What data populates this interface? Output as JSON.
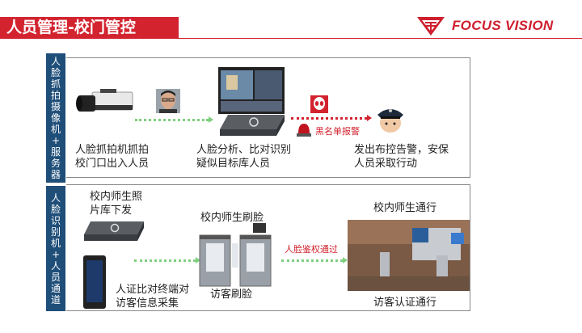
{
  "header": {
    "title": "人员管理-校门管控",
    "brand": "FOCUS VISION",
    "accent_color": "#d2232f",
    "label_color": "#1f4e79"
  },
  "section1": {
    "label": [
      "人",
      "脸",
      "抓",
      "拍",
      "摄",
      "像",
      "机",
      "+",
      "服",
      "务",
      "器"
    ],
    "step1": {
      "line1": "人脸抓拍机抓拍",
      "line2": "校门口出入人员",
      "icon": "camera-icon"
    },
    "face_icon": "face-photo-icon",
    "step2": {
      "line1": "人脸分析、比对识别",
      "line2": "疑似目标库人员",
      "icon": "server-icon",
      "screen": "monitor-screen-icon"
    },
    "alarm_label": "黑名单报警",
    "alarm_icons": [
      "alien-icon",
      "siren-icon"
    ],
    "step3": {
      "line1": "发出布控告警，安保",
      "line2": "人员采取行动",
      "icon": "police-icon"
    }
  },
  "section2": {
    "label": [
      "人",
      "脸",
      "识",
      "别",
      "机",
      "+",
      "人",
      "员",
      "通",
      "道"
    ],
    "step1_top": {
      "line1": "校内师生照",
      "line2": "片库下发",
      "icon": "server-icon"
    },
    "step1_bottom": {
      "line1": "人证比对终端对",
      "line2": "访客信息采集",
      "icon": "tablet-terminal-icon"
    },
    "gate_top_label": "校内师生刷脸",
    "gate_bottom_label": "访客刷脸",
    "gate_icon": "turnstile-icon",
    "auth_label": "人脸鉴权通过",
    "pass_top_label": "校内师生通行",
    "pass_bottom_label": "访客认证通行",
    "pass_photo": "gate-photo-icon"
  }
}
